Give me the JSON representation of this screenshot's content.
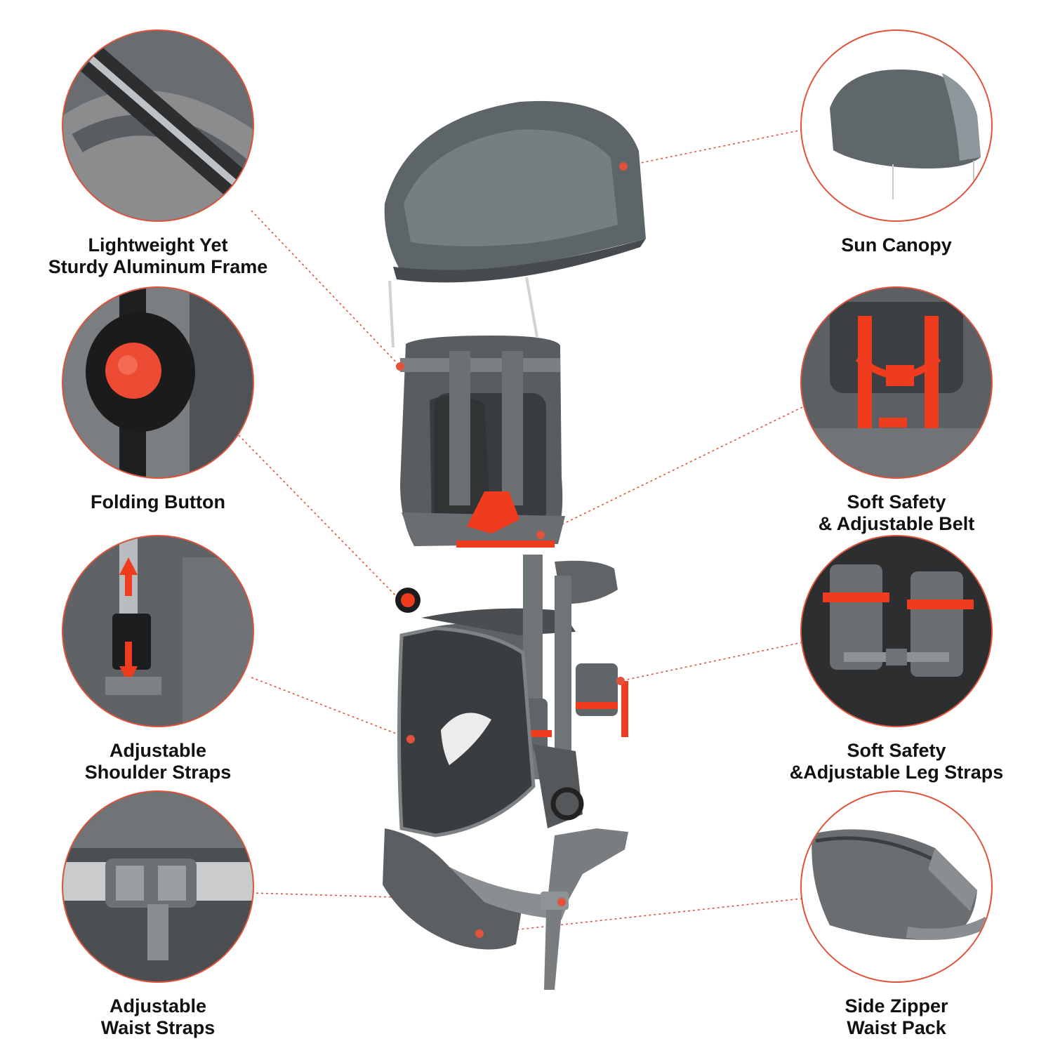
{
  "features": {
    "frame": {
      "icon": "aluminum-frame-photo",
      "line1": "Lightweight Yet",
      "line2": "Sturdy Aluminum Frame"
    },
    "canopy": {
      "icon": "sun-canopy-photo",
      "line1": "Sun Canopy"
    },
    "button": {
      "icon": "folding-button-photo",
      "line1": "Folding Button"
    },
    "belt": {
      "icon": "safety-belt-photo",
      "line1": "Soft Safety",
      "line2": "& Adjustable Belt"
    },
    "shoulder": {
      "icon": "shoulder-strap-photo",
      "line1": "Adjustable",
      "line2": "Shoulder Straps"
    },
    "leg": {
      "icon": "leg-strap-photo",
      "line1": "Soft Safety",
      "line2": "&Adjustable Leg Straps"
    },
    "waist": {
      "icon": "waist-buckle-photo",
      "line1": "Adjustable",
      "line2": "Waist Straps"
    },
    "pack": {
      "icon": "waist-pack-photo",
      "line1": "Side Zipper",
      "line2": "Waist Pack"
    }
  },
  "colors": {
    "accent": "#e2523a",
    "fabric": "#5e6265",
    "strap": "#f03c1e",
    "text": "#111111"
  }
}
